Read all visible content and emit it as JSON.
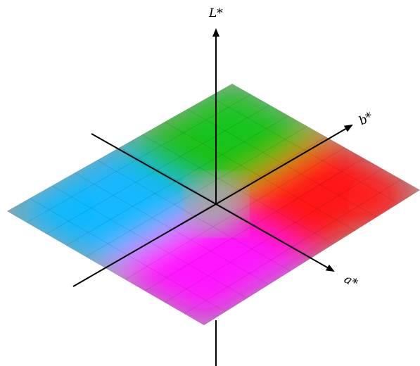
{
  "axes": {
    "l_label": "L*",
    "b_label": "b*",
    "a_label": "a*"
  },
  "plane": {
    "colors": {
      "pos_b": "#1dbf16",
      "neg_b": "#ff19ff",
      "pos_a": "#ff1313",
      "neg_a": "#12b8ff",
      "corner_top": "#19c61b",
      "corner_right": "#ff1a1a",
      "corner_bottom": "#ff17ff",
      "corner_left": "#11b9ff",
      "center": "#a4a4a4"
    }
  }
}
